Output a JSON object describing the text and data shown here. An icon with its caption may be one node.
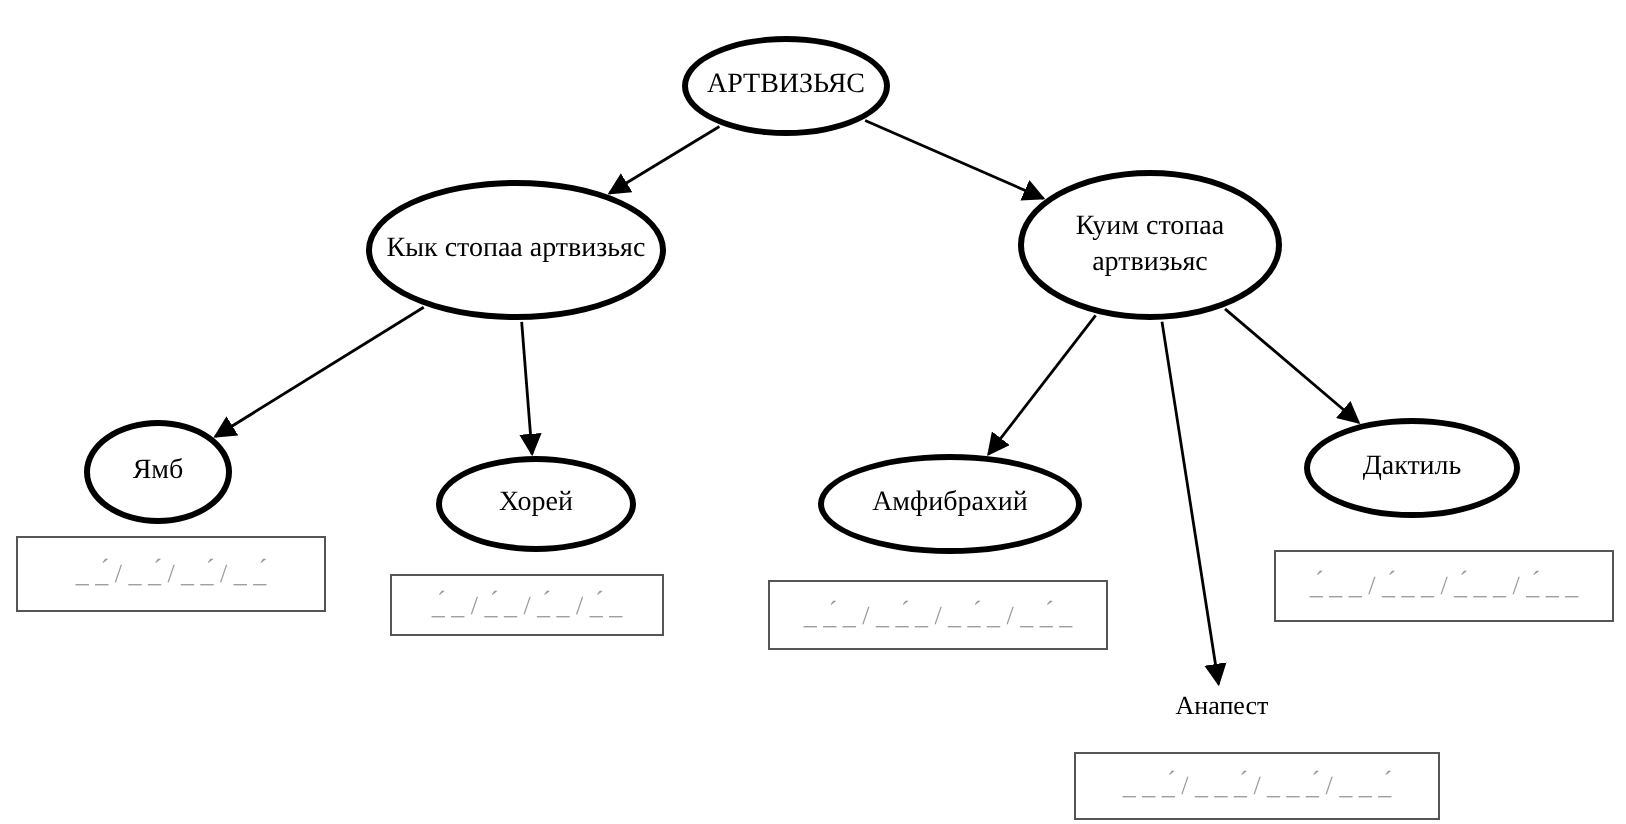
{
  "diagram": {
    "nodes": [
      {
        "text": [
          "АРТВИЗЬЯС"
        ]
      },
      {
        "text": [
          "Кык стопаа артвизьяс"
        ]
      },
      {
        "text": [
          "Куим стопаа артвизьяс"
        ]
      },
      {
        "text": [
          "Ямб"
        ]
      },
      {
        "text": [
          "Хорей"
        ]
      },
      {
        "text": [
          "Амфибрахий"
        ]
      },
      {
        "text": [
          "Дактиль"
        ]
      },
      {
        "text": [
          "Анапест"
        ]
      },
      {
        "text": [
          "_ _́ / _ _́ / _ _́ / _ _́"
        ]
      },
      {
        "text": [
          "_́ _ / _́ _ / _́ _ / _́ _"
        ]
      },
      {
        "text": [
          "_ _́ _ / _ _́ _ / _ _́ _ / _ _́ _"
        ]
      },
      {
        "text": [
          "_́ _ _ / _́ _ _ / _́ _ _ / _́ _ _"
        ]
      },
      {
        "text": [
          "_ _ _́ / _ _ _́ / _ _ _́ / _ _ _́"
        ]
      }
    ],
    "edges": [
      {
        "from": 0,
        "to": 1,
        "arrow": "to"
      },
      {
        "from": 0,
        "to": 2,
        "arrow": "to"
      },
      {
        "from": 1,
        "to": 3,
        "arrow": "to"
      },
      {
        "from": 1,
        "to": 4,
        "arrow": "to"
      },
      {
        "from": 2,
        "to": 5,
        "arrow": "to"
      },
      {
        "from": 2,
        "to": 7,
        "arrow": "to"
      },
      {
        "from": 2,
        "to": 6,
        "arrow": "to"
      }
    ]
  }
}
